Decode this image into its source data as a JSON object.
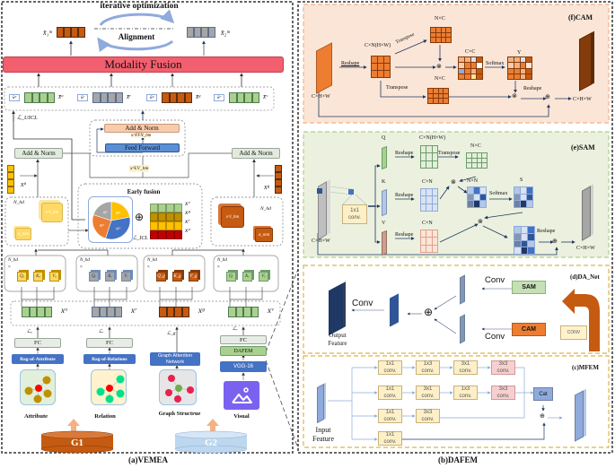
{
  "vemea": {
    "caption": "(a)VEMEA",
    "top": {
      "title": "iterative optimization",
      "alignment": "Alignment",
      "x1m": "x̄₁ᵐ",
      "x2m": "x̄₂ᵐ",
      "modality_fusion": "Modality Fusion"
    },
    "weighted_row": [
      {
        "weight": "w̄ᵃ",
        "label": "x̄ᵃ",
        "color": "#a9d18e"
      },
      {
        "weight": "w̄ʳ",
        "label": "x̄ʳ",
        "color": "#a6a6a6"
      },
      {
        "weight": "w̄ᵍ",
        "label": "x̄ᵍ",
        "color": "#c55a11"
      },
      {
        "weight": "w̄ᵛ",
        "label": "x̄ᵛ",
        "color": "#a9d18e"
      }
    ],
    "loss_uicl": "ℒ_UICL",
    "transformer": {
      "add_norm": "Add & Norm",
      "feed_forward": "Feed Forward",
      "xffn": "x^FFN_hm",
      "xlv": "x^LV_hm"
    },
    "left_add_norm": "Add & Norm",
    "right_add_norm": "Add & Norm",
    "xa_label": "xᵃ",
    "xg_label": "xᵍ",
    "left_attention": {
      "nhd": "N_hd",
      "x_hm": "x^l_hm",
      "a_mm": "α_mm"
    },
    "right_attention": {
      "nhd": "N_hd",
      "x_hm": "x^l_hm",
      "a_mm": "α_mm"
    },
    "early_fusion": {
      "title": "Early fusion",
      "pie": [
        {
          "label": "w̄ᵍ",
          "color": "#ffc000",
          "value": 0.22
        },
        {
          "label": "w̄ᵛ",
          "color": "#4472c4",
          "value": 0.33
        },
        {
          "label": "w̄ᵃ",
          "color": "#ed7d31",
          "value": 0.25
        },
        {
          "label": "w̄ʳ",
          "color": "#a5a5a5",
          "value": 0.2
        }
      ],
      "oplus": "⊕",
      "loss": "ℒ_ICL",
      "stack_labels": [
        "xᵛ",
        "xᵍ",
        "xʳ",
        "xᵃ"
      ],
      "stack_colors": [
        "#a9d18e",
        "#bf9000",
        "#ffc000",
        "#c00000"
      ]
    },
    "qkv_groups": [
      {
        "nhd": "N_hd",
        "times": "×",
        "q": "Qₐ",
        "k": "Kₐ",
        "v": "Vₐ",
        "color": "#ffd966",
        "border": "#bf9000"
      },
      {
        "nhd": "N_hd",
        "times": "×",
        "q": "Qᵣ",
        "k": "Kᵣ",
        "v": "Vᵣ",
        "color": "#a5a5a5",
        "border": "#6f8bb8"
      },
      {
        "nhd": "N_hd",
        "times": "×",
        "q": "Q_g",
        "k": "K_g",
        "v": "V_g",
        "color": "#c55a11",
        "border": "#843c0c"
      },
      {
        "nhd": "N_hd",
        "times": "×",
        "q": "Qᵥ",
        "k": "Kᵥ",
        "v": "Vᵥ",
        "color": "#a9d18e",
        "border": "#6e9c6a"
      }
    ],
    "embed_row": [
      {
        "label": "xᵃ",
        "color": "#a9d18e"
      },
      {
        "label": "xʳ",
        "color": "#a6a6a6"
      },
      {
        "label": "xᵍ",
        "color": "#c55a11"
      },
      {
        "label": "xᵛ",
        "color": "#a9d18e"
      }
    ],
    "losses": [
      "ℒₐ",
      "ℒᵣ",
      "ℒ_g",
      "ℒᵥ"
    ],
    "fc_label": "FC",
    "encoders": {
      "bag_attr": "Bag-of-Attribute",
      "bag_rel": "Bag-of-Relations",
      "gat": "Graph Attention Network",
      "dafem": "DAFEM",
      "vgg": "VGG-16"
    },
    "modalities": [
      "Attribute",
      "Relation",
      "Graph Structrue",
      "Visual"
    ],
    "attr_nodes": [
      "a₁",
      "a₂",
      "a₃",
      "a₄"
    ],
    "rel_nodes": [
      "r₁",
      "r₂",
      "r₃",
      "r₄"
    ],
    "graph_nodes": [
      "e₁",
      "e₂",
      "e₃",
      "e₄"
    ],
    "g1": "G1",
    "g2": "G2"
  },
  "dafem": {
    "caption": "(b)DAFEM",
    "cam": {
      "title": "(f)CAM",
      "input_dim": "C×H×W",
      "reshape": "Reshape",
      "cn_label": "C×N(H×W)",
      "transpose_top": "Transpose",
      "nc_top": "N×C",
      "cc": "C×C",
      "softmax": "Softmax",
      "y": "Y",
      "transpose_bottom": "Transpose",
      "nc_bottom": "N×C",
      "reshape2": "Reshape",
      "output_dim": "C×H×W"
    },
    "sam": {
      "title": "(e)SAM",
      "q": "Q",
      "k": "K",
      "v": "V",
      "conv": [
        "1x1",
        "conv."
      ],
      "input_dim": "C×H×W",
      "reshape": "Reshape",
      "cn_hw": "C×N(H×W)",
      "transpose": "Transpose",
      "nc": "N×C",
      "cn_k": "C×N",
      "nn": "N×N",
      "softmax": "Softmax",
      "s": "S",
      "cn_v": "C×N",
      "reshape2": "Reshape",
      "output_dim": "C×H×W"
    },
    "danet": {
      "title": "(d)DA_Net",
      "conv_top": "Conv",
      "conv_bottom": "Conv",
      "conv_out": "Conv",
      "sam": "SAM",
      "cam": "CAM",
      "conv_small": "CONV",
      "output": [
        "Output",
        "Feature"
      ]
    },
    "mfem": {
      "title": "(c)MFEM",
      "input": [
        "Input",
        "Feature"
      ],
      "rows": [
        [
          {
            "k": "1x1",
            "pink": false
          },
          {
            "k": "1x3",
            "pink": false
          },
          {
            "k": "3x1",
            "pink": false
          },
          {
            "k": "3x3",
            "pink": true
          }
        ],
        [
          {
            "k": "1x1",
            "pink": false
          },
          {
            "k": "3x1",
            "pink": false
          },
          {
            "k": "1x3",
            "pink": false
          },
          {
            "k": "3x3",
            "pink": true
          }
        ],
        [
          {
            "k": "1x1",
            "pink": false
          },
          {
            "k": "3x3",
            "pink": false
          }
        ],
        [
          {
            "k": "1x1",
            "pink": false
          }
        ]
      ],
      "conv_suffix": "conv.",
      "cat": "Cat"
    }
  }
}
